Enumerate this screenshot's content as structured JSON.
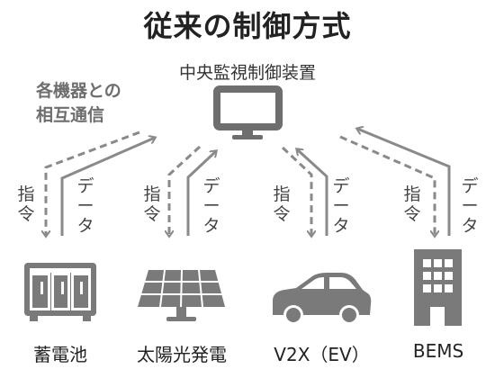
{
  "title": "従来の制御方式",
  "central": "中央監視制御装置",
  "mutual_line1": "各機器との",
  "mutual_line2": "相互通信",
  "command_chars": [
    "指",
    "令"
  ],
  "data_chars": [
    "デ",
    "ー",
    "タ"
  ],
  "devices": [
    {
      "label": "蓄電池",
      "icon": "battery-icon"
    },
    {
      "label": "太陽光発電",
      "icon": "solar-panel-icon"
    },
    {
      "label": "V2X（EV）",
      "icon": "car-icon"
    },
    {
      "label": "BEMS",
      "icon": "building-icon"
    }
  ],
  "colors": {
    "icon": "#7a7a7a",
    "arrow": "#8a8a8a",
    "text": "#222222"
  }
}
